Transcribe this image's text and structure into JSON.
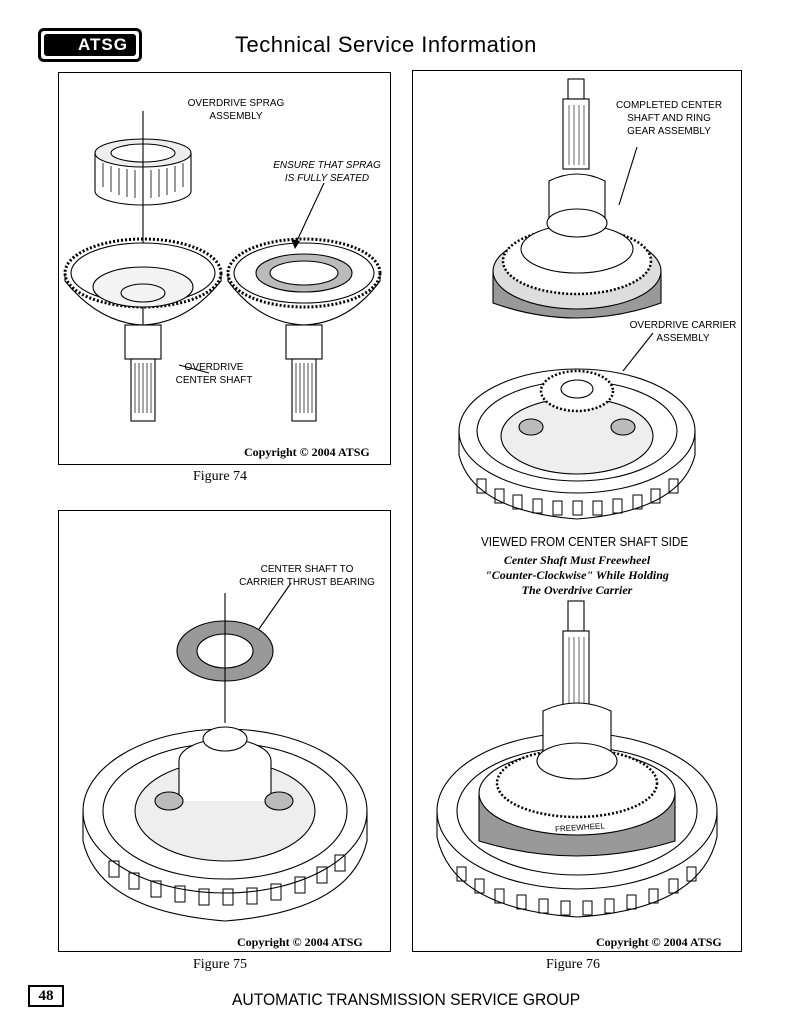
{
  "header": {
    "logo_text": "ATSG",
    "title": "Technical Service Information"
  },
  "figure74": {
    "label_sprag": "OVERDRIVE SPRAG\nASSEMBLY",
    "label_sprag_line1": "OVERDRIVE SPRAG",
    "label_sprag_line2": "ASSEMBLY",
    "label_seated_line1": "ENSURE THAT SPRAG",
    "label_seated_line2": "IS FULLY SEATED",
    "label_shaft_line1": "OVERDRIVE",
    "label_shaft_line2": "CENTER SHAFT",
    "copyright": "Copyright © 2004 ATSG",
    "caption": "Figure 74"
  },
  "figure75": {
    "label_bearing_line1": "CENTER SHAFT TO",
    "label_bearing_line2": "CARRIER THRUST BEARING",
    "copyright": "Copyright © 2004 ATSG",
    "caption": "Figure 75"
  },
  "figure76": {
    "label_assembly_line1": "COMPLETED CENTER",
    "label_assembly_line2": "SHAFT AND RING",
    "label_assembly_line3": "GEAR ASSEMBLY",
    "label_carrier_line1": "OVERDRIVE CARRIER",
    "label_carrier_line2": "ASSEMBLY",
    "viewed_title": "VIEWED FROM CENTER SHAFT SIDE",
    "viewed_line1": "Center Shaft Must Freewheel",
    "viewed_line2": "\"Counter-Clockwise\" While Holding",
    "viewed_line3": "The Overdrive Carrier",
    "freewheel_text": "FREEWHEEL",
    "copyright": "Copyright © 2004 ATSG",
    "caption": "Figure 76"
  },
  "footer": {
    "page_number": "48",
    "organization": "AUTOMATIC TRANSMISSION SERVICE GROUP"
  }
}
